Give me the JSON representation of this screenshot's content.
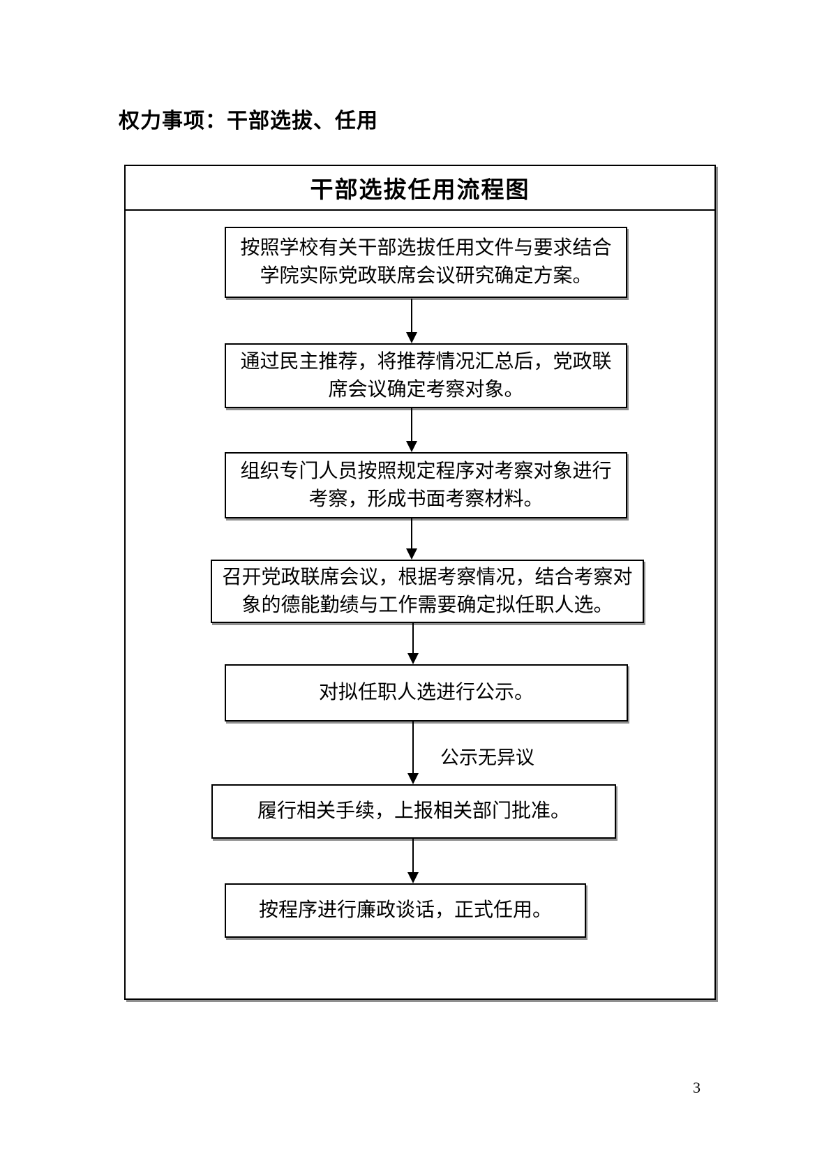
{
  "page": {
    "header": "权力事项：干部选拔、任用",
    "page_number": "3"
  },
  "flowchart": {
    "title": "干部选拔任用流程图",
    "steps": [
      {
        "text": "按照学校有关干部选拔任用文件与要求结合\n学院实际党政联席会议研究确定方案。"
      },
      {
        "text": "通过民主推荐，将推荐情况汇总后，党政联\n席会议确定考察对象。"
      },
      {
        "text": "组织专门人员按照规定程序对考察对象进行\n考察，形成书面考察材料。"
      },
      {
        "text": "召开党政联席会议，根据考察情况，结合考察对\n象的德能勤绩与工作需要确定拟任职人选。"
      },
      {
        "text": "对拟任职人选进行公示。"
      },
      {
        "text": "履行相关手续，上报相关部门批准。"
      },
      {
        "text": "按程序进行廉政谈话，正式任用。"
      }
    ],
    "arrow_label": "公示无异议"
  }
}
